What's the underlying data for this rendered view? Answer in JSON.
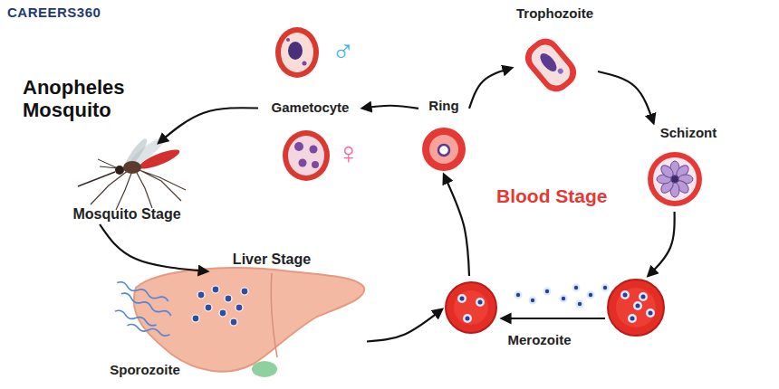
{
  "diagram": {
    "nodes": [
      {
        "text": [
          "Anopheles Mosquito",
          "Mosquito Stage"
        ]
      },
      {
        "text": [
          "Gametocyte"
        ]
      },
      {
        "text": [
          "Ring"
        ]
      },
      {
        "text": [
          "Trophozoite"
        ]
      },
      {
        "text": [
          "Schizont"
        ]
      },
      {
        "text": [
          "Merozoite"
        ]
      },
      {
        "text": [
          "Liver Stage",
          "Sporozoite"
        ]
      }
    ],
    "edges": [
      {
        "from": 2,
        "to": 1,
        "arrow": "to"
      },
      {
        "from": 1,
        "to": 0,
        "arrow": "to"
      },
      {
        "from": 0,
        "to": 6,
        "arrow": "to"
      },
      {
        "from": 6,
        "to": 5,
        "arrow": "to"
      },
      {
        "from": 5,
        "to": 2,
        "arrow": "to"
      },
      {
        "from": 2,
        "to": 3,
        "arrow": "to"
      },
      {
        "from": 3,
        "to": 4,
        "arrow": "to"
      },
      {
        "from": 4,
        "to": 5,
        "arrow": "to"
      }
    ],
    "labels": [
      "CAREERS360",
      "Blood Stage",
      "♂",
      "♀"
    ]
  }
}
